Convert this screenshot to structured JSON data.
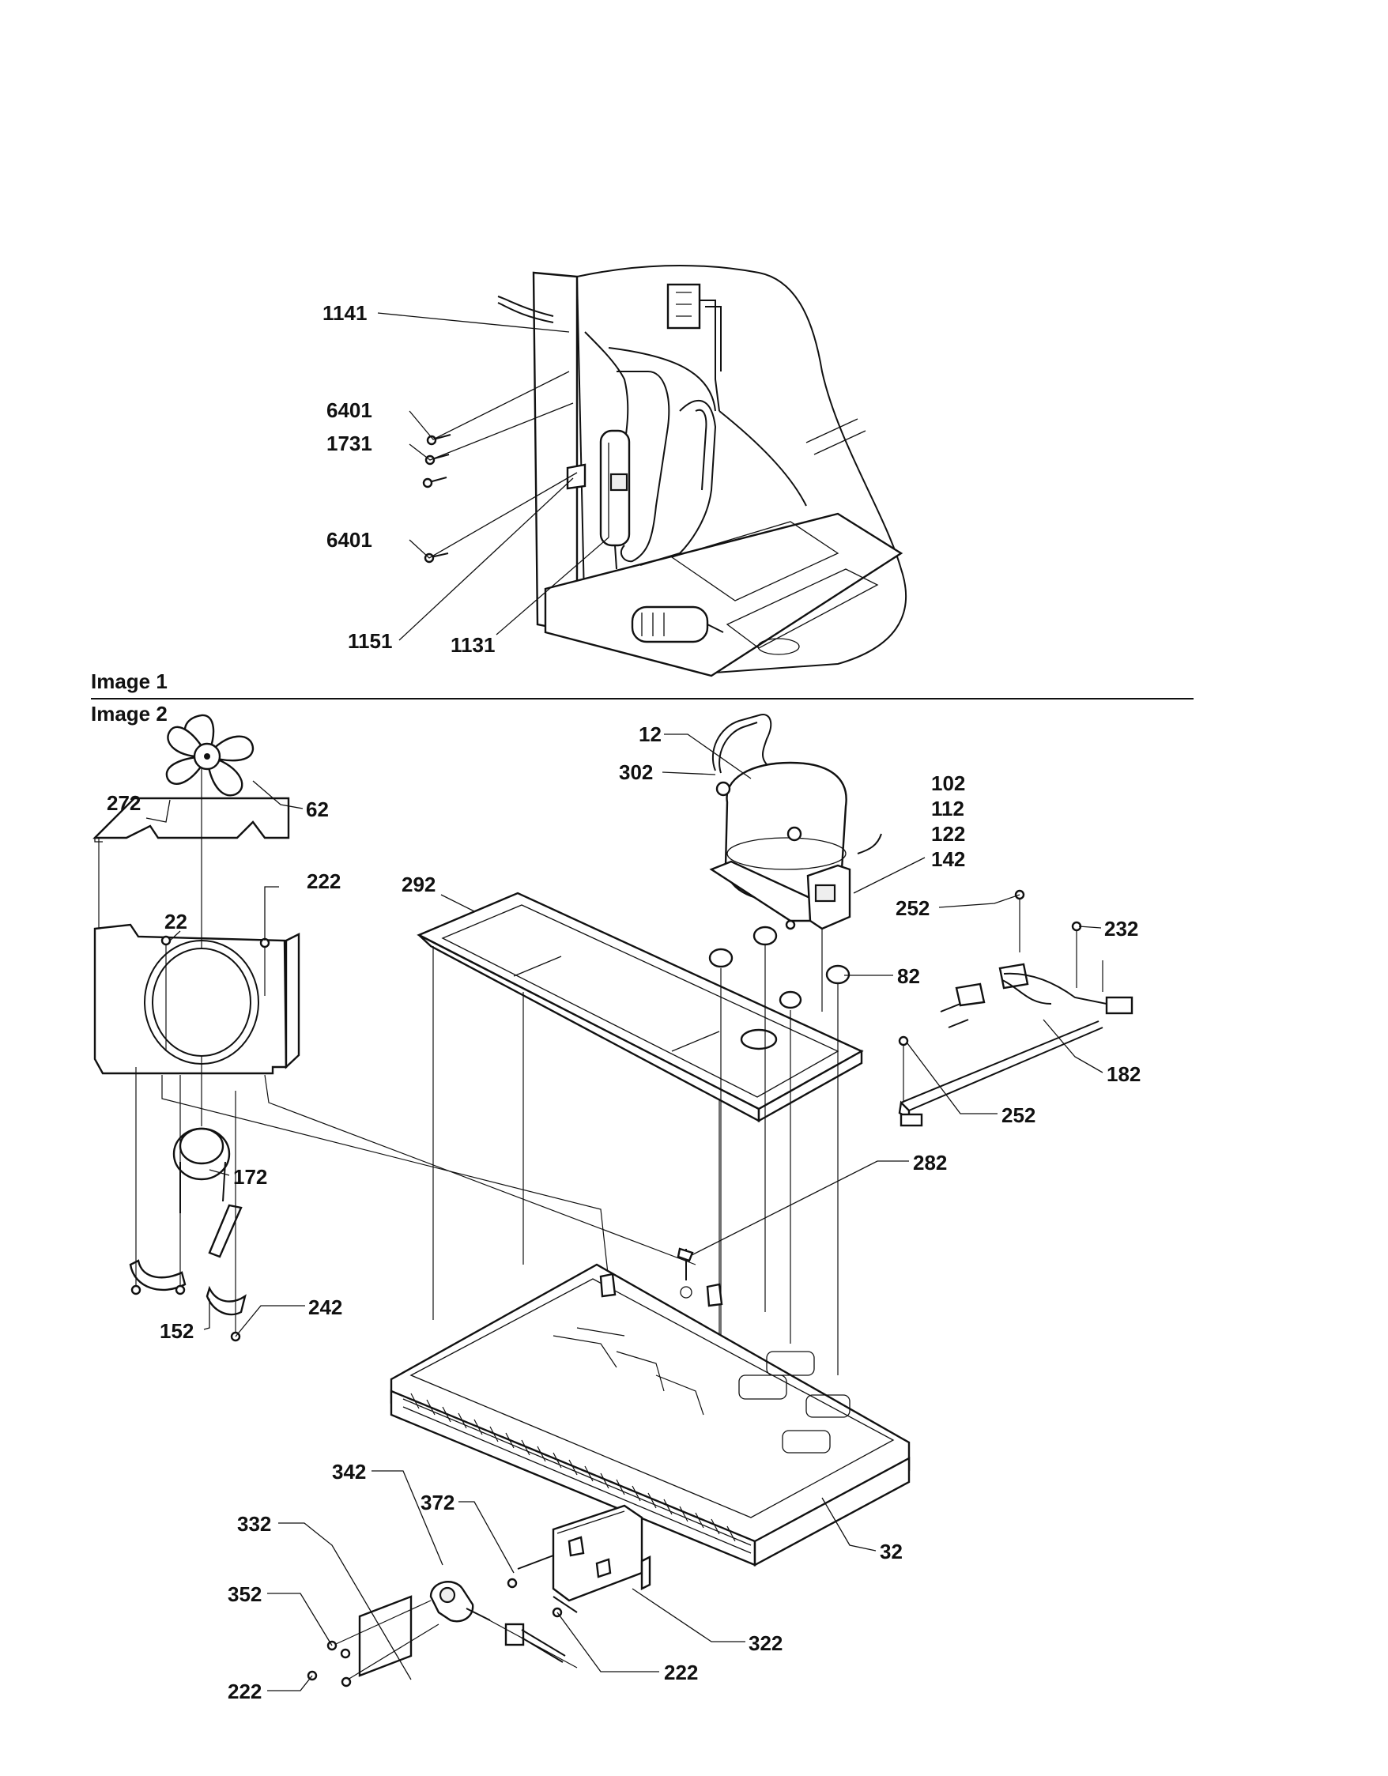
{
  "sections": {
    "image1_label": "Image 1",
    "image2_label": "Image 2"
  },
  "callouts": {
    "c1141": "1141",
    "c6401a": "6401",
    "c1731": "1731",
    "c6401b": "6401",
    "c1151": "1151",
    "c1131": "1131",
    "c12": "12",
    "c302": "302",
    "c102": "102",
    "c112": "112",
    "c122": "122",
    "c142": "142",
    "c272": "272",
    "c62": "62",
    "c222a": "222",
    "c22": "22",
    "c292": "292",
    "c252a": "252",
    "c232": "232",
    "c82": "82",
    "c182": "182",
    "c252b": "252",
    "c172": "172",
    "c282": "282",
    "c152": "152",
    "c242": "242",
    "c342": "342",
    "c372": "372",
    "c332": "332",
    "c32": "32",
    "c352": "352",
    "c322": "322",
    "c222b": "222",
    "c222c": "222"
  }
}
